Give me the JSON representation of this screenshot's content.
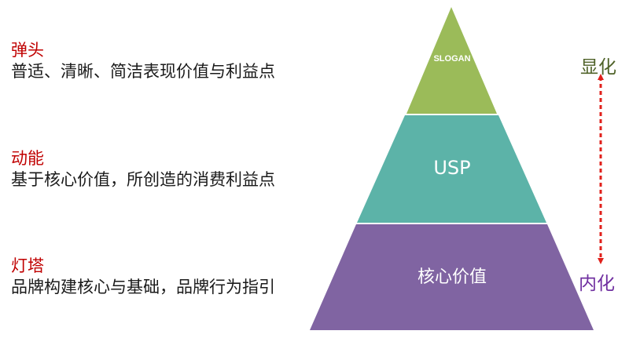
{
  "blocks": [
    {
      "title": "弹头",
      "desc": "普适、清晰、简洁表现价值与利益点"
    },
    {
      "title": "动能",
      "desc": "基于核心价值，所创造的消费利益点"
    },
    {
      "title": "灯塔",
      "desc": "品牌构建核心与基础，品牌行为指引"
    }
  ],
  "pyramid": {
    "top_label": "SLOGAN",
    "middle_label": "USP",
    "bottom_label": "核心价值",
    "colors": {
      "top": "#9bbb59",
      "middle": "#4bacc6",
      "bottom": "#8064a2",
      "arrow": "#e0201b"
    }
  },
  "side_labels": {
    "top": "显化",
    "bottom": "内化"
  }
}
